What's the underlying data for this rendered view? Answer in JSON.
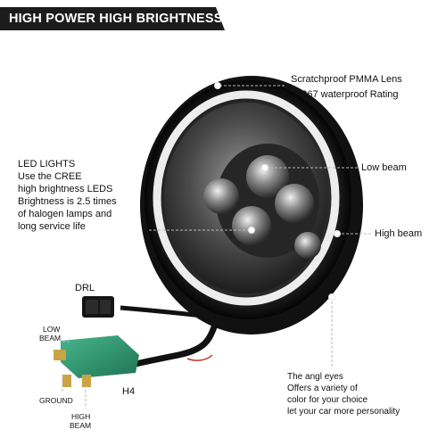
{
  "header": {
    "title": "HIGH POWER HIGH BRIGHTNESS",
    "color": "#1c1c1c"
  },
  "callouts": {
    "lens_line1": "Scratchproof PMMA Lens",
    "lens_line2": "IP67 waterproof Rating",
    "low_beam": "Low beam",
    "high_beam": "High beam",
    "led_lines": [
      "LED LIGHTS",
      "Use the CREE",
      " high brightness LEDS",
      "Brightness is 2.5 times",
      "of halogen lamps and",
      "long service life"
    ],
    "angel_eyes_lines": [
      "The angl eyes",
      "Offers a variety of",
      "color for your choice",
      "let your car more personality"
    ]
  },
  "connector": {
    "drl": "DRL",
    "low_beam": [
      "LOW",
      "BEAM"
    ],
    "ground": "GROUND",
    "high_beam": [
      "HIGH",
      "BEAM"
    ],
    "h4": "H4",
    "plug_color": "#2e9a74"
  },
  "icons": [
    "headlight-image",
    "connector-plug-image",
    "callout-dot-icon"
  ]
}
